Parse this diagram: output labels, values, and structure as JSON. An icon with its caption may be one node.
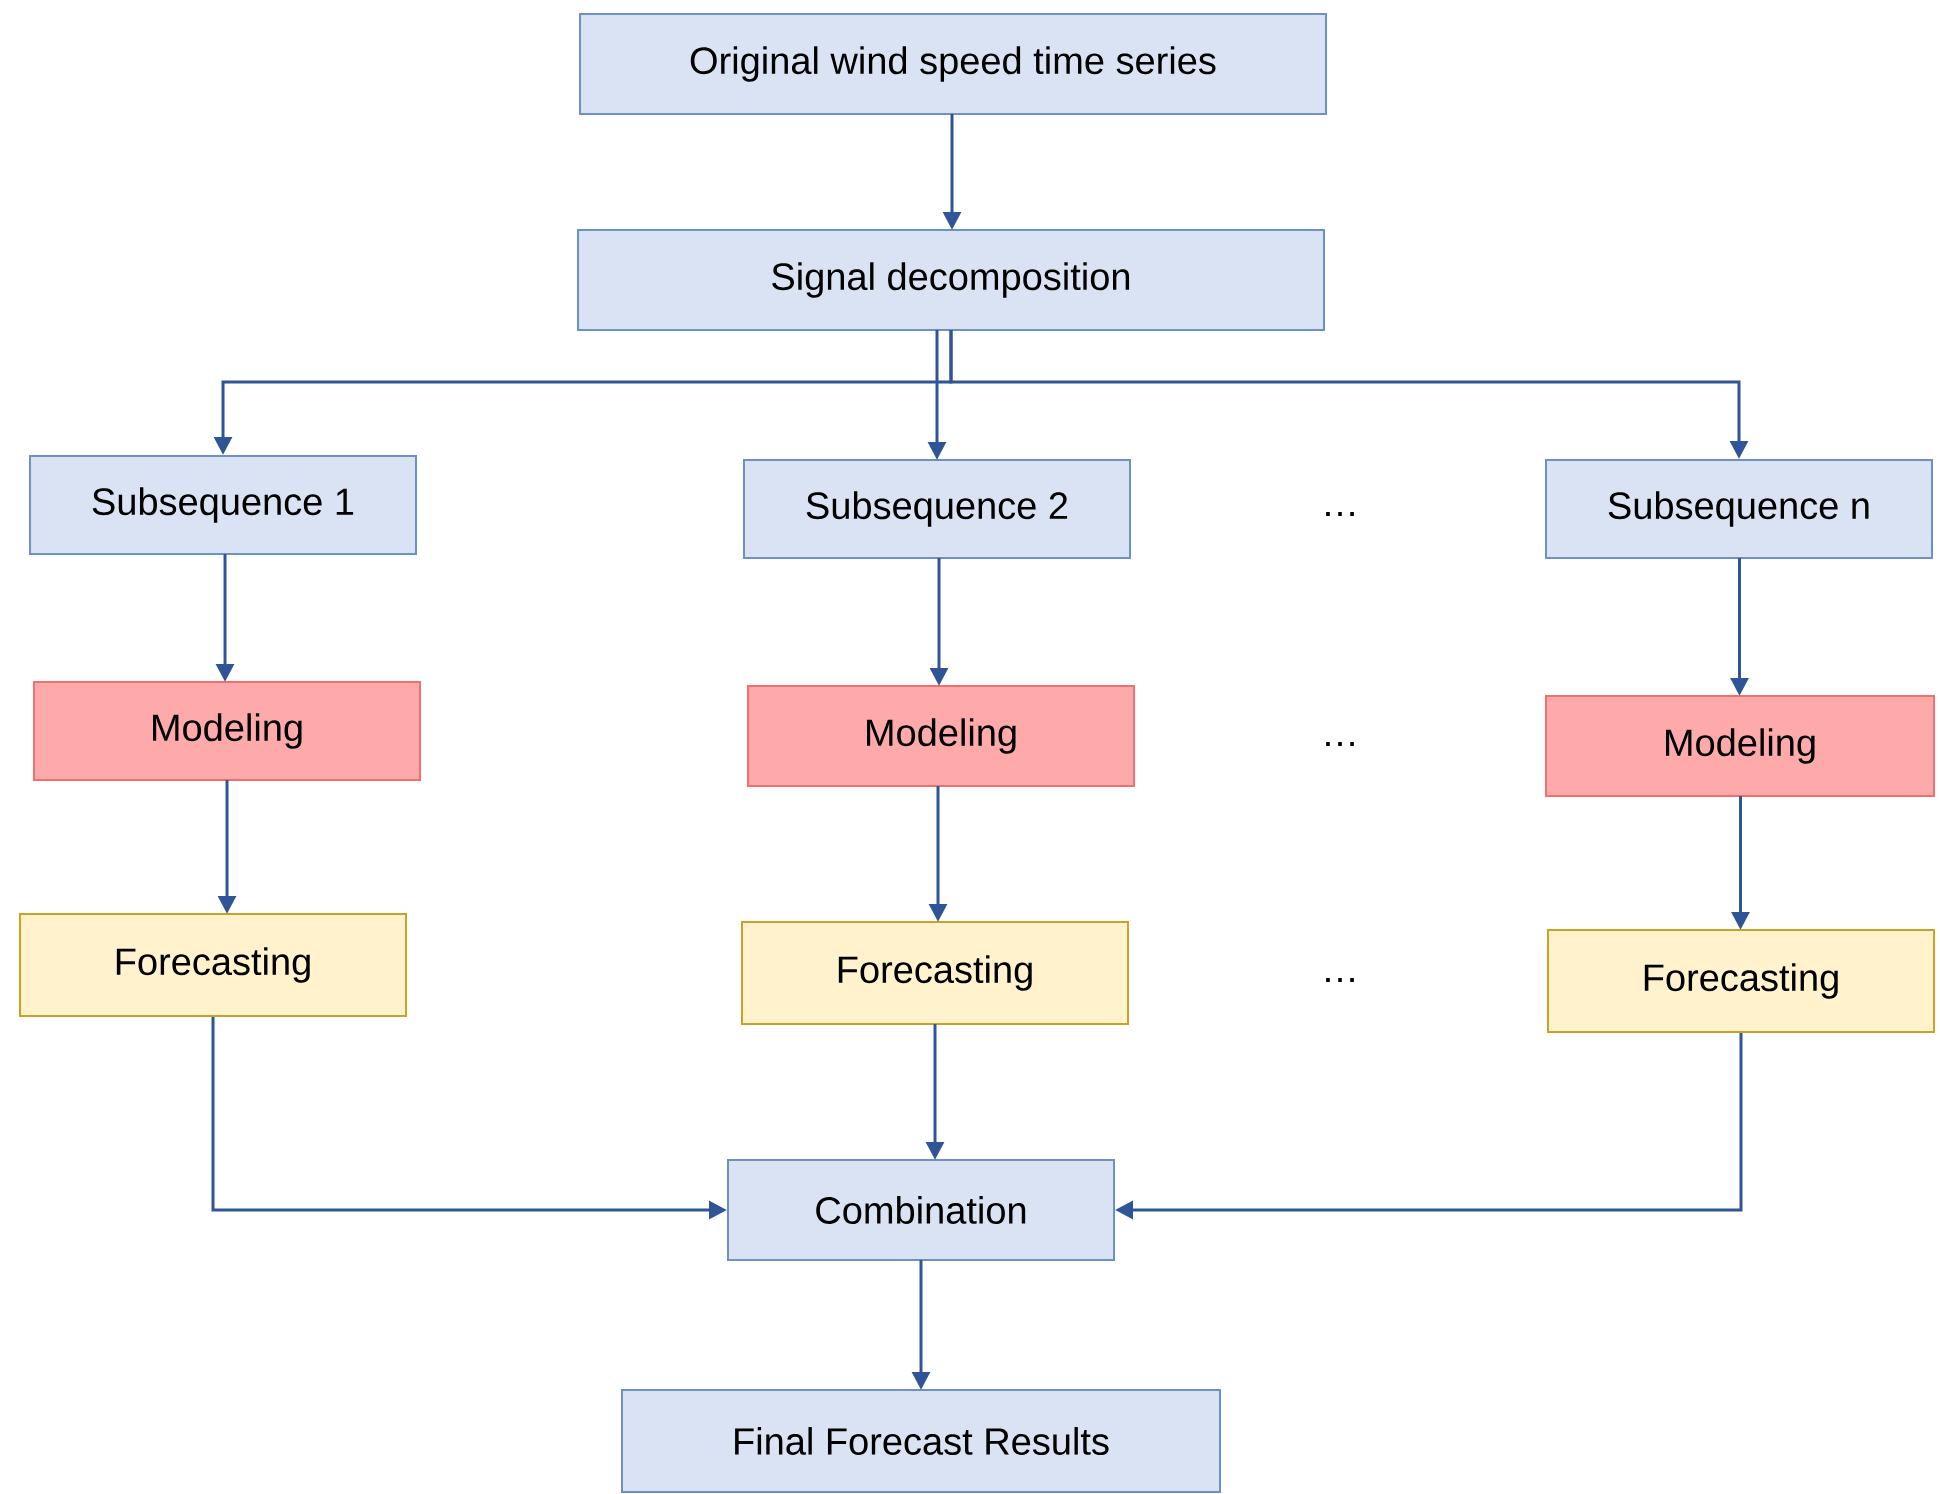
{
  "diagram": {
    "nodes": [
      {
        "text": [
          "Original wind speed time series"
        ]
      },
      {
        "text": [
          "Signal decomposition"
        ]
      },
      {
        "text": [
          "Subsequence 1"
        ]
      },
      {
        "text": [
          "Subsequence 2"
        ]
      },
      {
        "text": [
          "Subsequence n"
        ]
      },
      {
        "text": [
          "Modeling"
        ]
      },
      {
        "text": [
          "Modeling"
        ]
      },
      {
        "text": [
          "Modeling"
        ]
      },
      {
        "text": [
          "Forecasting"
        ]
      },
      {
        "text": [
          "Forecasting"
        ]
      },
      {
        "text": [
          "Forecasting"
        ]
      },
      {
        "text": [
          "Combination"
        ]
      },
      {
        "text": [
          "Final Forecast Results"
        ]
      }
    ],
    "edges": [
      {
        "from": 0,
        "to": 1,
        "arrow": "to"
      },
      {
        "from": 1,
        "to": 2,
        "arrow": "to"
      },
      {
        "from": 1,
        "to": 3,
        "arrow": "to"
      },
      {
        "from": 1,
        "to": 4,
        "arrow": "to"
      },
      {
        "from": 2,
        "to": 5,
        "arrow": "to"
      },
      {
        "from": 3,
        "to": 6,
        "arrow": "to"
      },
      {
        "from": 4,
        "to": 7,
        "arrow": "to"
      },
      {
        "from": 5,
        "to": 8,
        "arrow": "to"
      },
      {
        "from": 6,
        "to": 9,
        "arrow": "to"
      },
      {
        "from": 7,
        "to": 10,
        "arrow": "to"
      },
      {
        "from": 8,
        "to": 11,
        "arrow": "to"
      },
      {
        "from": 9,
        "to": 11,
        "arrow": "to"
      },
      {
        "from": 10,
        "to": 11,
        "arrow": "to"
      },
      {
        "from": 11,
        "to": 12,
        "arrow": "to"
      }
    ],
    "labels": [
      "…",
      "…",
      "…"
    ]
  }
}
